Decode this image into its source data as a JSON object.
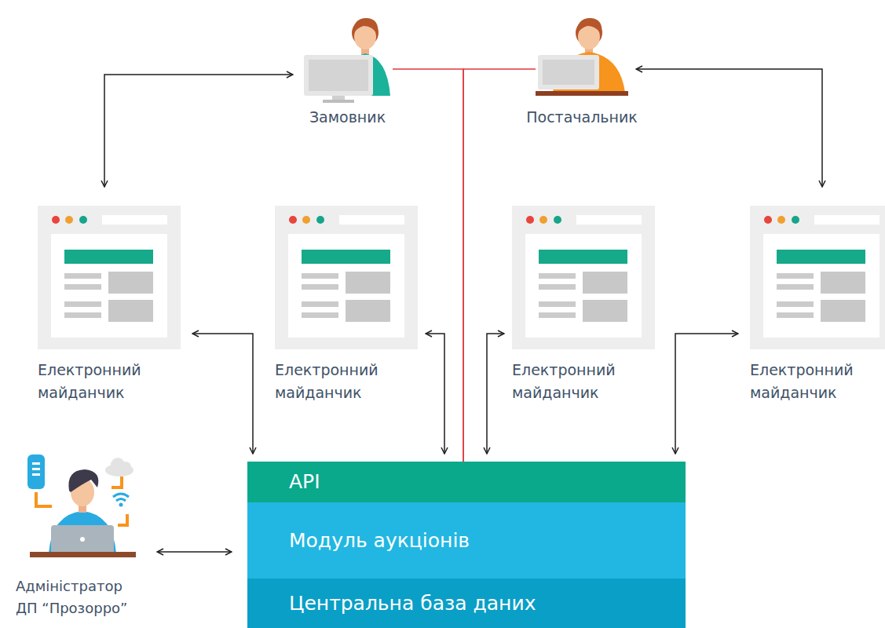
{
  "diagram": {
    "nodes": [
      {
        "text": [
          "Замовник"
        ]
      },
      {
        "text": [
          "Постачальник"
        ]
      },
      {
        "text": [
          "Електронний майданчик"
        ]
      },
      {
        "text": [
          "Електронний майданчик"
        ]
      },
      {
        "text": [
          "Електронний майданчик"
        ]
      },
      {
        "text": [
          "Електронний майданчик"
        ]
      },
      {
        "text": [
          "Адміністратор ДП “Прозорро”"
        ]
      },
      {
        "text": [
          "API"
        ]
      },
      {
        "text": [
          "Модуль аукціонів"
        ]
      },
      {
        "text": [
          "Центральна база даних"
        ]
      }
    ],
    "edges": [
      {
        "from": 0,
        "to": 2,
        "arrow": "both"
      },
      {
        "from": 1,
        "to": 5,
        "arrow": "both"
      },
      {
        "from": 2,
        "to": 7,
        "arrow": "both"
      },
      {
        "from": 3,
        "to": 7,
        "arrow": "both"
      },
      {
        "from": 4,
        "to": 7,
        "arrow": "both"
      },
      {
        "from": 5,
        "to": 7,
        "arrow": "both"
      },
      {
        "from": 6,
        "to": 8,
        "arrow": "both"
      },
      {
        "from": 0,
        "to": 8,
        "arrow": "to"
      },
      {
        "from": 1,
        "to": 8,
        "arrow": "to"
      }
    ]
  }
}
